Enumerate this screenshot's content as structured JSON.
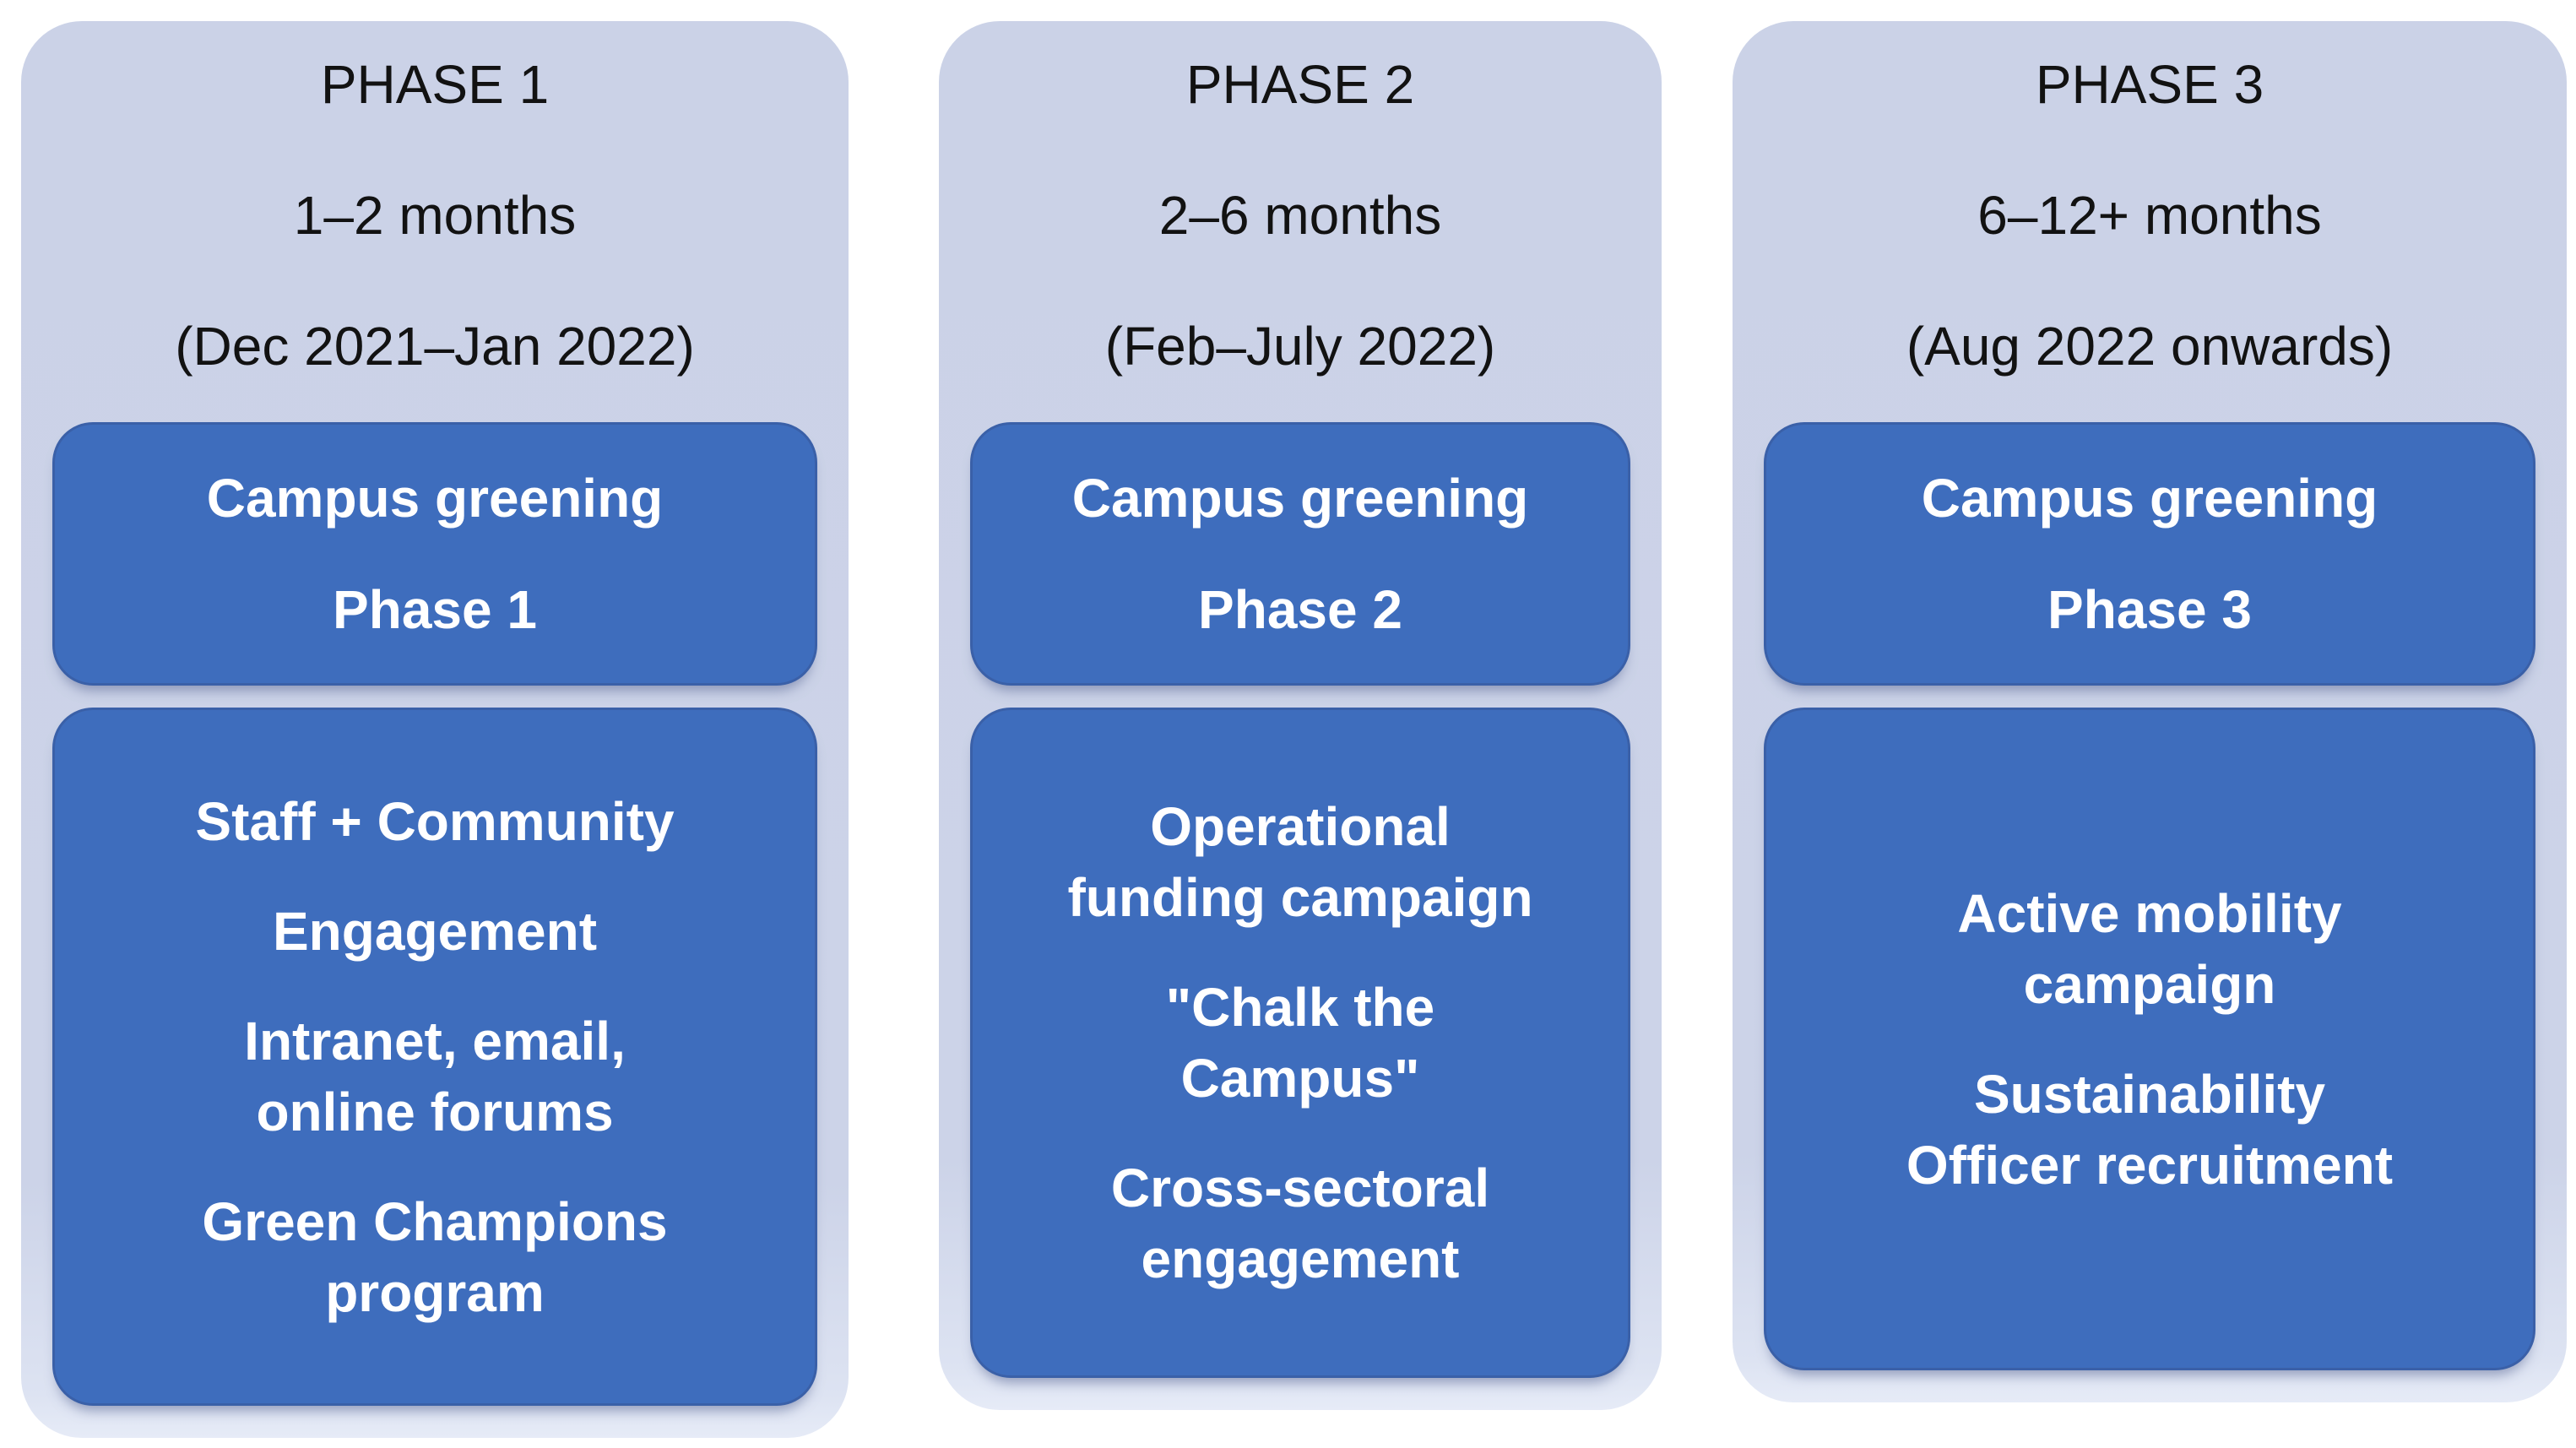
{
  "colors": {
    "page_bg": "#ffffff",
    "column_bg": "#ccd3e8",
    "box_fill": "#3e6dbd",
    "box_border": "#3a60a8",
    "header_text": "#121212",
    "box_text": "#ffffff"
  },
  "phases": [
    {
      "title": "PHASE 1",
      "duration": "1–2 months",
      "dates": "(Dec 2021–Jan 2022)",
      "summary_box": {
        "line1": "Campus greening",
        "line2": "Phase 1"
      },
      "activities": [
        [
          "Staff + Community"
        ],
        [
          "Engagement"
        ],
        [
          "Intranet, email,",
          "online forums"
        ],
        [
          "Green Champions",
          "program"
        ]
      ]
    },
    {
      "title": "PHASE 2",
      "duration": "2–6 months",
      "dates": "(Feb–July 2022)",
      "summary_box": {
        "line1": "Campus greening",
        "line2": "Phase 2"
      },
      "activities": [
        [
          "Operational",
          "funding campaign"
        ],
        [
          "\"Chalk the",
          "Campus\""
        ],
        [
          "Cross-sectoral",
          "engagement"
        ]
      ]
    },
    {
      "title": "PHASE 3",
      "duration": "6–12+ months",
      "dates": "(Aug 2022 onwards)",
      "summary_box": {
        "line1": "Campus greening",
        "line2": "Phase 3"
      },
      "activities": [
        [
          "Active mobility",
          "campaign"
        ],
        [
          "Sustainability",
          "Officer recruitment"
        ]
      ]
    }
  ]
}
